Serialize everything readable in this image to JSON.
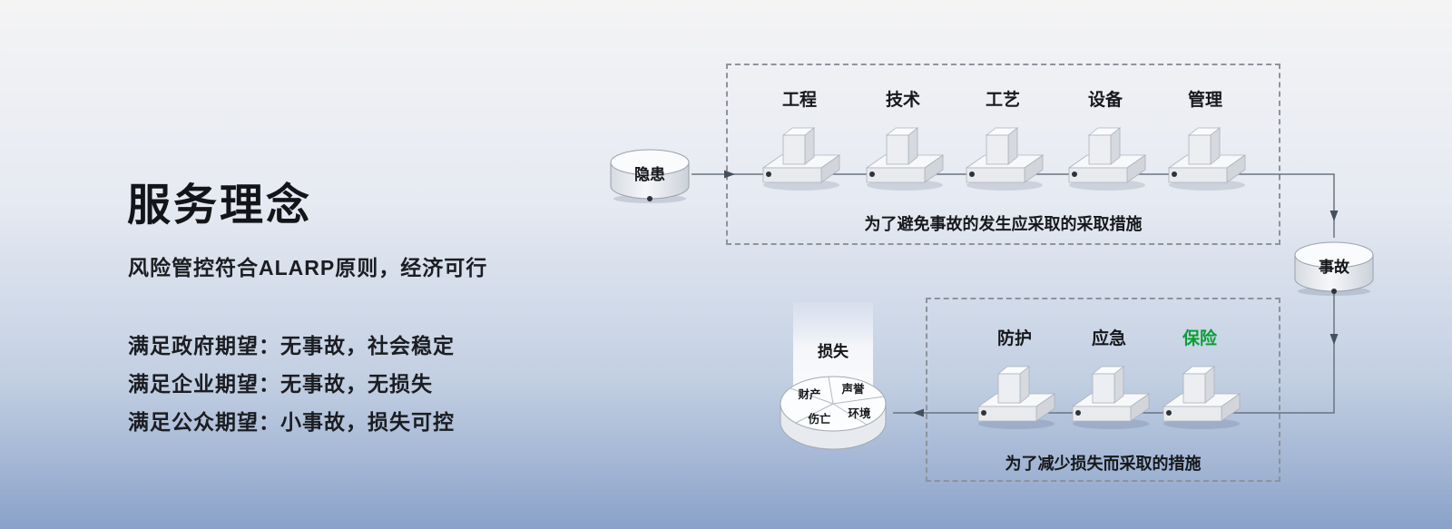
{
  "palette": {
    "background_top": "#f4f4f5",
    "background_bottom": "#8aa2c9",
    "line_color": "#6a7482",
    "arrow_color": "#45505f",
    "insurance_green": "#0a9e35",
    "default_label": "#16181c"
  },
  "intro": {
    "title": "服务理念",
    "subtitle": "风险管控符合ALARP原则，经济可行",
    "expectations": [
      "满足政府期望：无事故，社会稳定",
      "满足企业期望：无事故，无损失",
      "满足公众期望：小事故，损失可控"
    ]
  },
  "diagram": {
    "hazard_node": "隐患",
    "accident_node": "事故",
    "prevention": {
      "barriers": [
        "工程",
        "技术",
        "工艺",
        "设备",
        "管理"
      ],
      "caption": "为了避免事故的发生应采取的采取措施"
    },
    "mitigation": {
      "barriers": [
        {
          "label": "防护",
          "color": "#16181c"
        },
        {
          "label": "应急",
          "color": "#16181c"
        },
        {
          "label": "保险",
          "color": "#0a9e35"
        }
      ],
      "caption": "为了减少损失而采取的措施"
    },
    "loss_node": {
      "label": "损失",
      "segments": [
        "财产",
        "声誉",
        "伤亡",
        "环境"
      ]
    }
  }
}
